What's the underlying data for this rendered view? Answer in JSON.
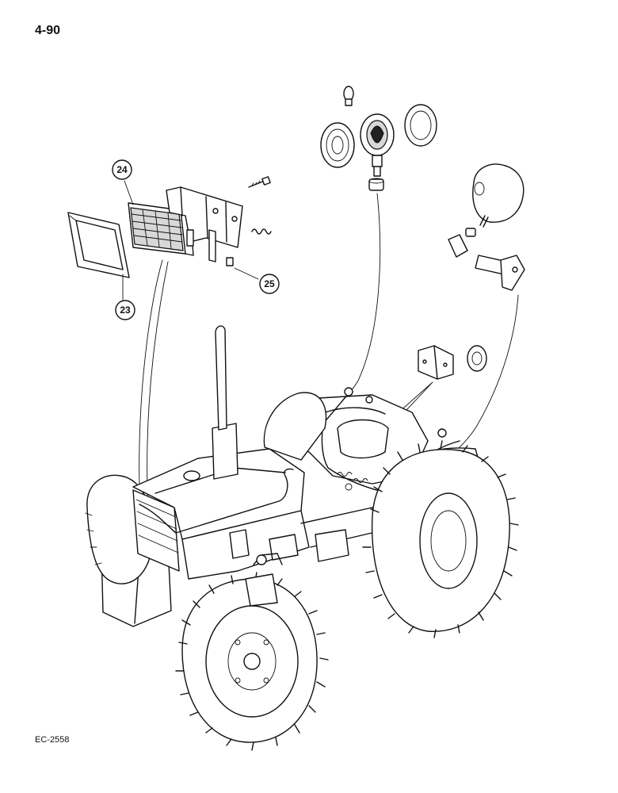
{
  "page": {
    "number": "4-90",
    "reference_code": "EC-2558"
  },
  "callouts": [
    {
      "id": "23",
      "label": "23"
    },
    {
      "id": "24",
      "label": "24"
    },
    {
      "id": "25",
      "label": "25"
    }
  ]
}
